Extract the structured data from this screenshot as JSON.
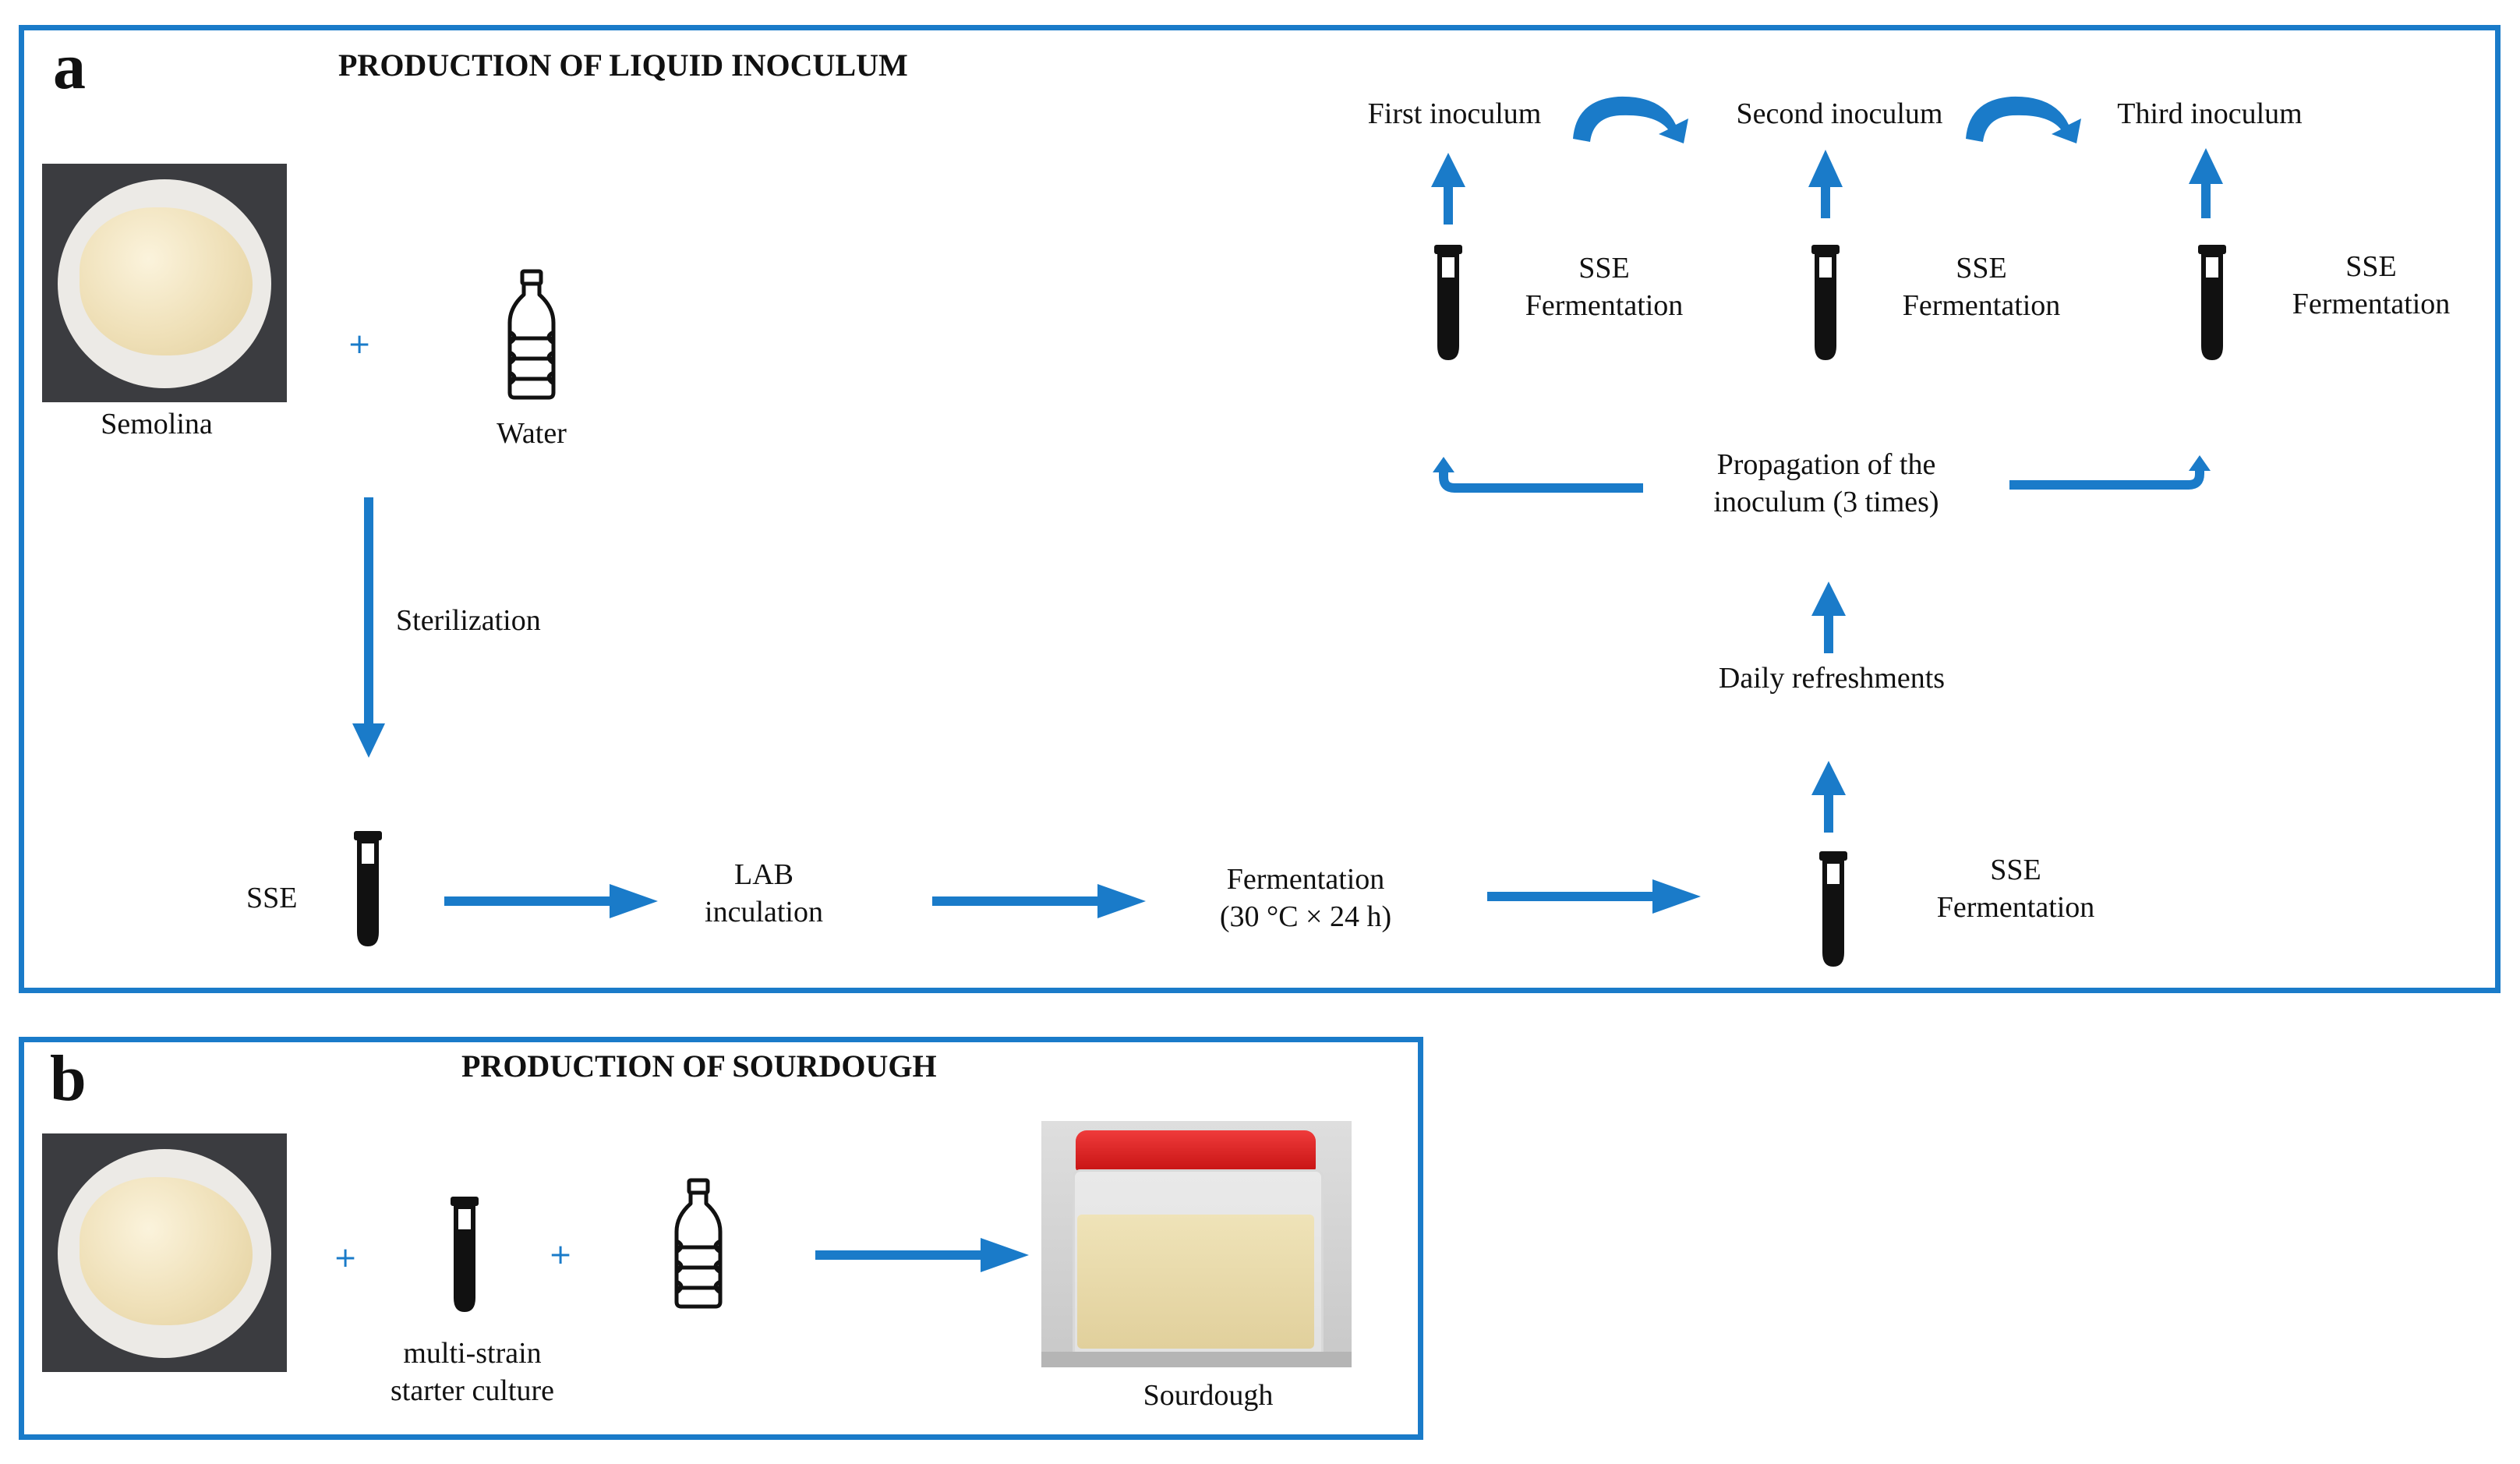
{
  "colors": {
    "accent": "#1a7bc9",
    "tube": "#111111"
  },
  "panel_a": {
    "label": "a",
    "title": "PRODUCTION OF LIQUID INOCULUM",
    "semolina": "Semolina",
    "plus": "+",
    "water": "Water",
    "sterilization": "Sterilization",
    "sse": "SSE",
    "lab_line1": "LAB",
    "lab_line2": "inculation",
    "ferm_line1": "Fermentation",
    "ferm_line2": "(30 °C × 24 h)",
    "sse_ferm_line1": "SSE",
    "sse_ferm_line2": "Fermentation",
    "daily": "Daily refreshments",
    "prop_line1": "Propagation of the",
    "prop_line2": "inoculum (3 times)",
    "first": "First inoculum",
    "second": "Second inoculum",
    "third": "Third inoculum"
  },
  "panel_b": {
    "label": "b",
    "title": "PRODUCTION OF SOURDOUGH",
    "plus": "+",
    "starter_line1": "multi-strain",
    "starter_line2": "starter culture",
    "sourdough": "Sourdough"
  },
  "icons": [
    "semolina-bowl-photo",
    "water-bottle-icon",
    "test-tube-icon",
    "curved-arrow-icon",
    "sourdough-jar-photo"
  ]
}
